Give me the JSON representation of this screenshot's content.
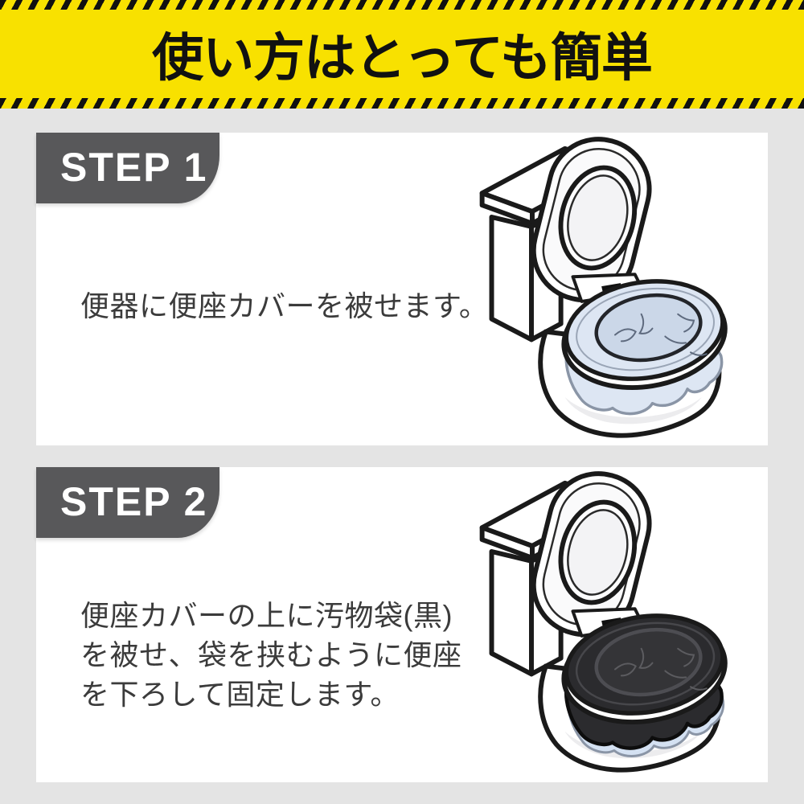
{
  "banner": {
    "title": "使い方はとっても簡単",
    "background_color": "#F8E100",
    "stripe_color": "#111111"
  },
  "steps": [
    {
      "label": "STEP 1",
      "lines": [
        "便器に便座カバーを被せます。"
      ],
      "illustration": "toilet-with-translucent-seat-cover",
      "cover_fill": "#DDE6F3",
      "opening_fill": "#CBD7E8"
    },
    {
      "label": "STEP 2",
      "lines": [
        "便座カバーの上に汚物袋(黒)",
        "を被せ、袋を挟むように便座",
        "を下ろして固定します。"
      ],
      "illustration": "toilet-with-black-waste-bag",
      "cover_fill": "#2B2B2E",
      "opening_fill": "#343437"
    }
  ],
  "colors": {
    "page_background": "#E4E4E4",
    "card_background": "#FFFFFF",
    "badge_background": "#58585A",
    "badge_text": "#FFFFFF",
    "body_text": "#3B3B3B"
  }
}
